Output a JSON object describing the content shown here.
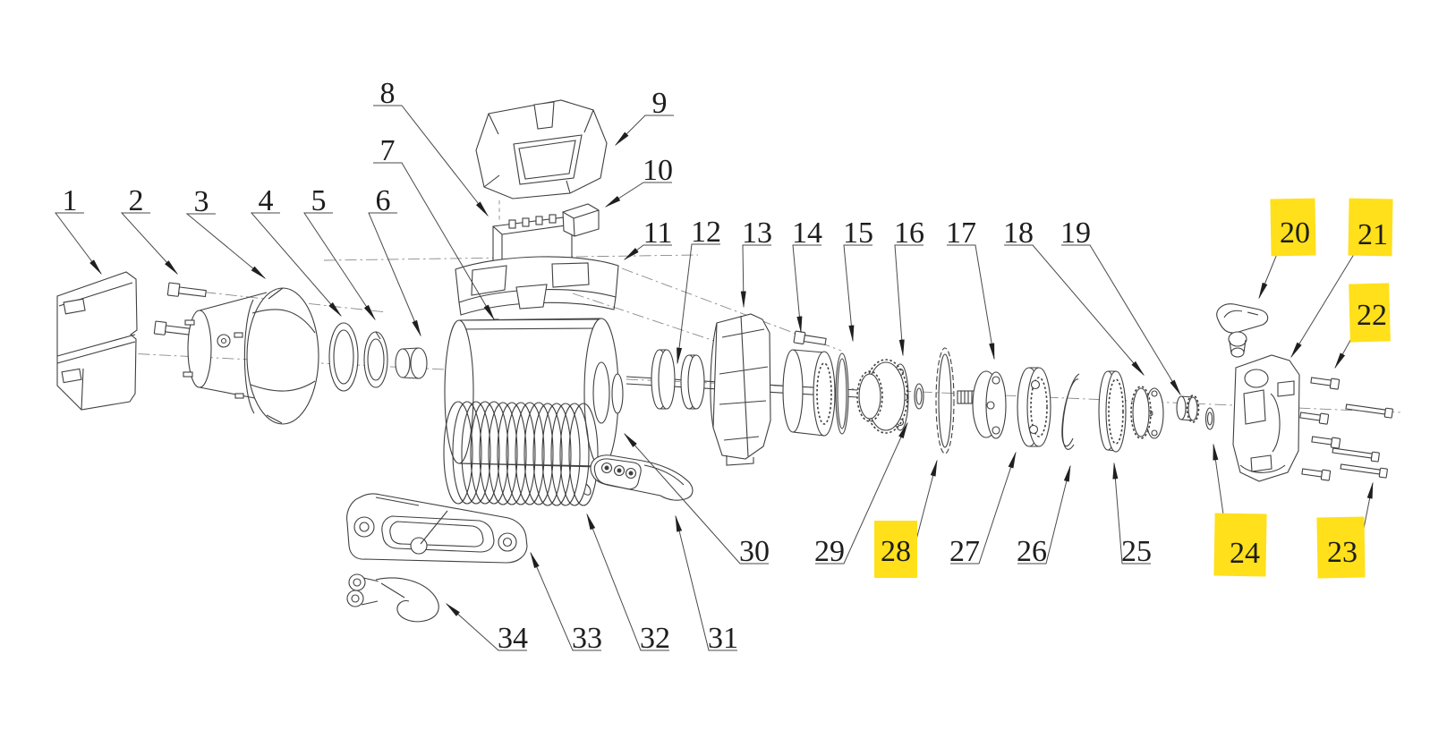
{
  "figure": {
    "type": "exploded-parts-diagram",
    "background_color": "#ffffff",
    "line_color": "#3f3f3f",
    "highlight_color": "#FFE01A",
    "highlighted_callouts": [
      "20",
      "21",
      "22",
      "23",
      "24",
      "28"
    ]
  },
  "callouts": [
    {
      "number": "1",
      "highlighted": false
    },
    {
      "number": "2",
      "highlighted": false
    },
    {
      "number": "3",
      "highlighted": false
    },
    {
      "number": "4",
      "highlighted": false
    },
    {
      "number": "5",
      "highlighted": false
    },
    {
      "number": "6",
      "highlighted": false
    },
    {
      "number": "7",
      "highlighted": false
    },
    {
      "number": "8",
      "highlighted": false
    },
    {
      "number": "9",
      "highlighted": false
    },
    {
      "number": "10",
      "highlighted": false
    },
    {
      "number": "11",
      "highlighted": false
    },
    {
      "number": "12",
      "highlighted": false
    },
    {
      "number": "13",
      "highlighted": false
    },
    {
      "number": "14",
      "highlighted": false
    },
    {
      "number": "15",
      "highlighted": false
    },
    {
      "number": "16",
      "highlighted": false
    },
    {
      "number": "17",
      "highlighted": false
    },
    {
      "number": "18",
      "highlighted": false
    },
    {
      "number": "19",
      "highlighted": false
    },
    {
      "number": "20",
      "highlighted": true
    },
    {
      "number": "21",
      "highlighted": true
    },
    {
      "number": "22",
      "highlighted": true
    },
    {
      "number": "23",
      "highlighted": true
    },
    {
      "number": "24",
      "highlighted": true
    },
    {
      "number": "25",
      "highlighted": false
    },
    {
      "number": "26",
      "highlighted": false
    },
    {
      "number": "27",
      "highlighted": false
    },
    {
      "number": "28",
      "highlighted": true
    },
    {
      "number": "29",
      "highlighted": false
    },
    {
      "number": "30",
      "highlighted": false
    },
    {
      "number": "31",
      "highlighted": false
    },
    {
      "number": "32",
      "highlighted": false
    },
    {
      "number": "33",
      "highlighted": false
    },
    {
      "number": "34",
      "highlighted": false
    }
  ]
}
